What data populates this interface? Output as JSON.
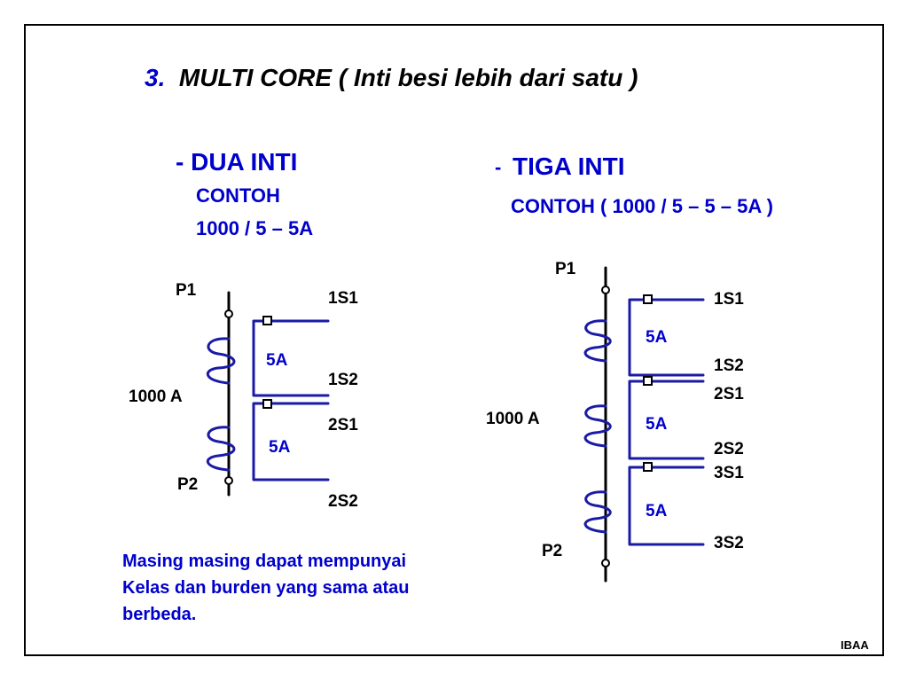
{
  "title": {
    "number": "3.",
    "text": "MULTI  CORE  ( Inti besi lebih dari satu )"
  },
  "left": {
    "heading": "-  DUA  INTI",
    "example_label": "CONTOH",
    "example_value": "1000 / 5 – 5A",
    "labels": {
      "p1": "P1",
      "p2": "P2",
      "primary": "1000 A",
      "s1_1": "1S1",
      "s1_2": "1S2",
      "s2_1": "2S1",
      "s2_2": "2S2",
      "core1": "5A",
      "core2": "5A"
    }
  },
  "right": {
    "dash": "-",
    "heading": "TIGA  INTI",
    "example": "CONTOH  (  1000 / 5 – 5 – 5A )",
    "labels": {
      "p1": "P1",
      "p2": "P2",
      "primary": "1000 A",
      "s1_1": "1S1",
      "s1_2": "1S2",
      "s2_1": "2S1",
      "s2_2": "2S2",
      "s3_1": "3S1",
      "s3_2": "3S2",
      "core1": "5A",
      "core2": "5A",
      "core3": "5A"
    }
  },
  "note": {
    "line1": "Masing masing dapat mempunyai",
    "line2": "Kelas dan burden yang sama atau",
    "line3": "berbeda."
  },
  "footer": "IBAA",
  "colors": {
    "text": "#000000",
    "accent": "#0000cc",
    "wire": "#1a1aa6",
    "border": "#000000"
  }
}
